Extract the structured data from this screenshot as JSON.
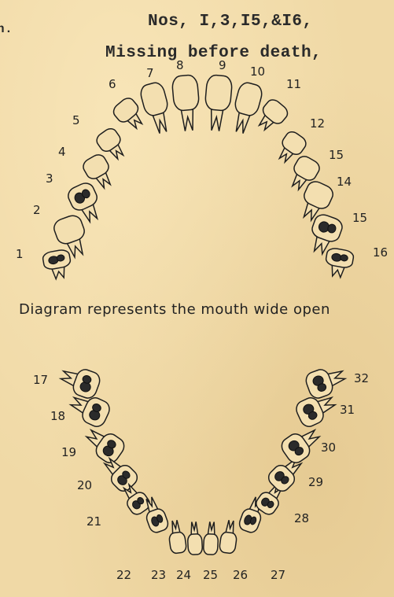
{
  "header": {
    "corner_text": "n.",
    "line1": "Nos, I,3,I5,&I6,",
    "line2": "Missing before death,"
  },
  "caption": "Diagram represents the mouth wide open",
  "upper_numbers": [
    "1",
    "2",
    "3",
    "4",
    "5",
    "6",
    "7",
    "8",
    "9",
    "10",
    "11",
    "12",
    "15",
    "14",
    "15",
    "16"
  ],
  "lower_numbers": [
    "17",
    "18",
    "19",
    "20",
    "21",
    "22",
    "23",
    "24",
    "25",
    "26",
    "27",
    "28",
    "29",
    "30",
    "31",
    "32"
  ],
  "colors": {
    "paper": "#f0d9a6",
    "ink": "#1e1e1e"
  }
}
